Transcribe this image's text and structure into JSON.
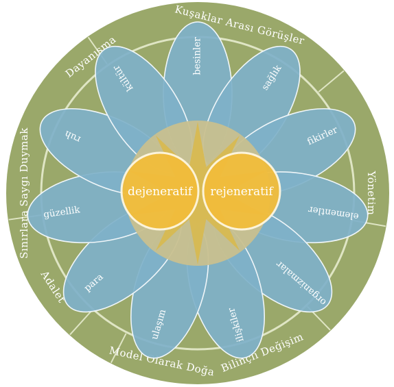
{
  "colors": {
    "outer_ring": "#9aa86a",
    "ring_edge": "#dfe5c4",
    "petal_fill": "#7fb1c9",
    "petal_stroke": "#f0f6f9",
    "inner_disc": "#c8c08f",
    "star": "#d9b84a",
    "core_circle": "#f2bd3b",
    "core_stroke": "#fff7df"
  },
  "ring_segments": [
    {
      "label": "Kuşaklar Arası Görüşler"
    },
    {
      "label": "Yönetim"
    },
    {
      "label": "Bilinçli Değişim"
    },
    {
      "label": "Model Olarak Doğa"
    },
    {
      "label": "Adalet"
    },
    {
      "label": "Sınırlara Saygı Duymak"
    },
    {
      "label": "Dayanışma"
    }
  ],
  "petals": [
    {
      "label": "besinler"
    },
    {
      "label": "sağlık"
    },
    {
      "label": "fikirler"
    },
    {
      "label": "elementler"
    },
    {
      "label": "organizmalar"
    },
    {
      "label": "ilişkiler"
    },
    {
      "label": "ulaşım"
    },
    {
      "label": "para"
    },
    {
      "label": "güzellik"
    },
    {
      "label": "ruh"
    },
    {
      "label": "kültür"
    }
  ],
  "core": {
    "left_label": "dejeneratif",
    "right_label": "rejeneratif"
  }
}
